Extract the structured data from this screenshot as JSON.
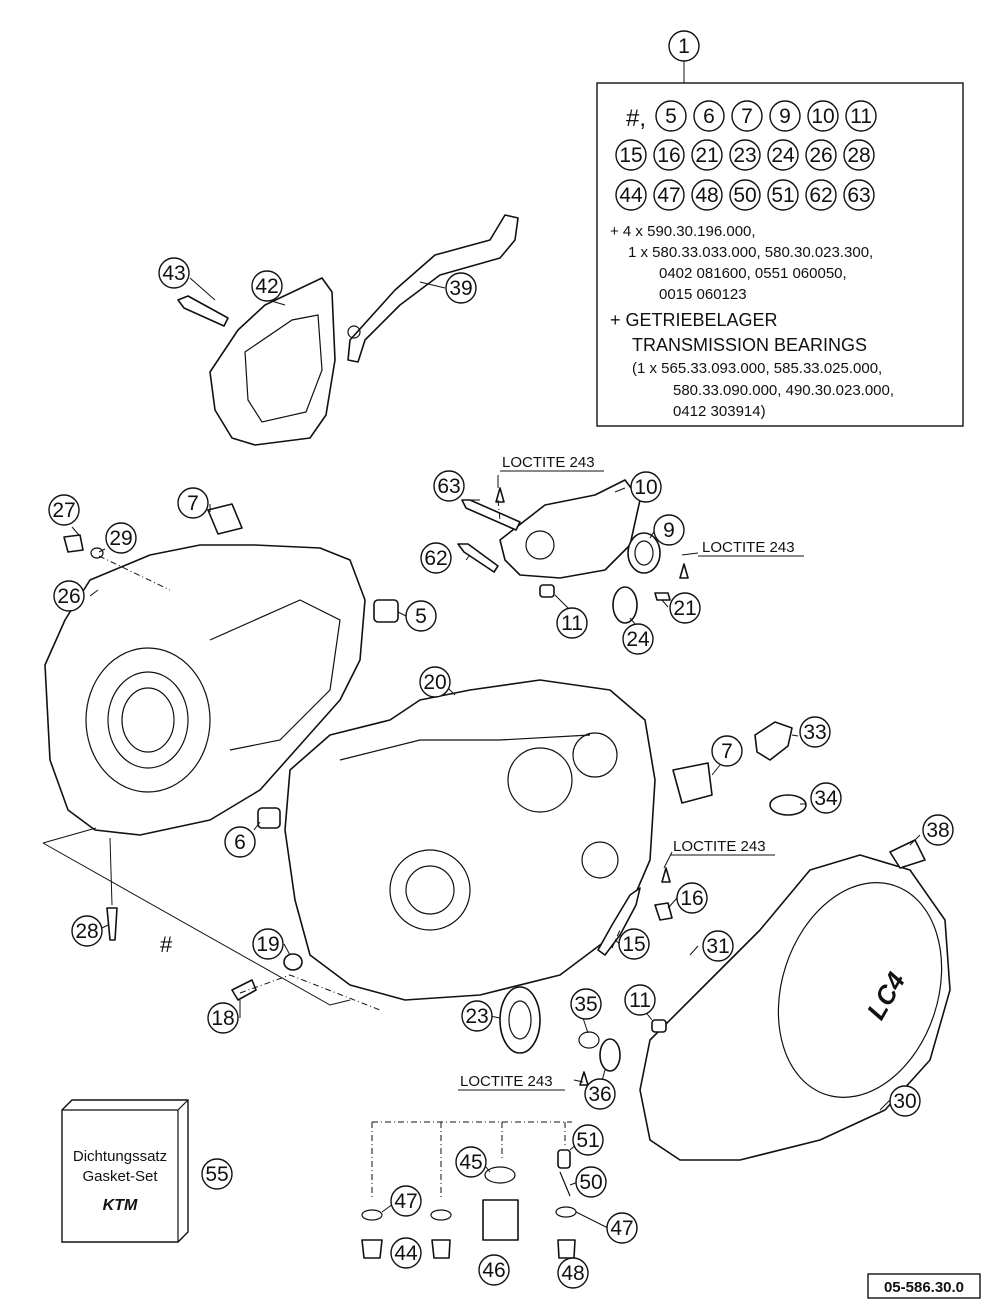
{
  "kit": {
    "hash_prefix": "#,",
    "row1": [
      "5",
      "6",
      "7",
      "9",
      "10",
      "11"
    ],
    "row2": [
      "15",
      "16",
      "21",
      "23",
      "24",
      "26",
      "28"
    ],
    "row3": [
      "44",
      "47",
      "48",
      "50",
      "51",
      "62",
      "63"
    ],
    "line1": "+ 4 x 590.30.196.000,",
    "line2": "1 x 580.33.033.000, 580.30.023.300,",
    "line3": "0402 081600, 0551 060050,",
    "line4": "0015 060123",
    "line5": "+ GETRIEBELAGER",
    "line6": "TRANSMISSION BEARINGS",
    "line7": "(1 x 565.33.093.000, 585.33.025.000,",
    "line8": "580.33.090.000, 490.30.023.000,",
    "line9": "0412 303914)"
  },
  "callouts": {
    "c1": "1",
    "c5": "5",
    "c6": "6",
    "c7a": "7",
    "c7b": "7",
    "c9": "9",
    "c10": "10",
    "c11a": "11",
    "c11b": "11",
    "c15": "15",
    "c16": "16",
    "c18": "18",
    "c19": "19",
    "c20": "20",
    "c21": "21",
    "c23": "23",
    "c24": "24",
    "c26": "26",
    "c27": "27",
    "c28": "28",
    "c29": "29",
    "c30": "30",
    "c31": "31",
    "c33": "33",
    "c34": "34",
    "c35": "35",
    "c36": "36",
    "c38": "38",
    "c39": "39",
    "c42": "42",
    "c43": "43",
    "c44": "44",
    "c45": "45",
    "c46": "46",
    "c47a": "47",
    "c47b": "47",
    "c48": "48",
    "c50": "50",
    "c51": "51",
    "c55": "55",
    "c62": "62",
    "c63": "63"
  },
  "loctite": {
    "l1": "LOCTITE 243",
    "l2": "LOCTITE 243",
    "l3": "LOCTITE 243",
    "l4": "LOCTITE 243"
  },
  "hash_label": "#",
  "gasket_box": {
    "line1": "Dichtungssatz",
    "line2": "Gasket-Set",
    "logo": "KTM"
  },
  "cover_logo": "LC4",
  "drawing_number": "05-586.30.0"
}
